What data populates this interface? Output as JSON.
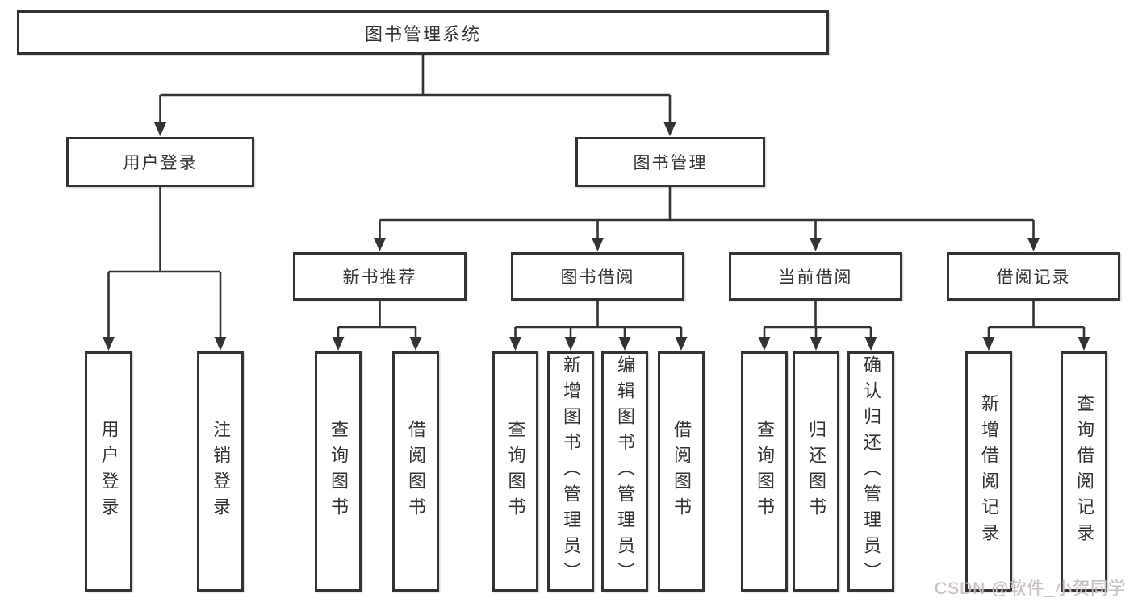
{
  "tree": {
    "root": "图书管理系统",
    "branches": [
      {
        "label": "用户登录",
        "children": [
          "用户登录",
          "注销登录"
        ]
      },
      {
        "label": "图书管理",
        "children": [
          {
            "label": "新书推荐",
            "children": [
              "查询图书",
              "借阅图书"
            ]
          },
          {
            "label": "图书借阅",
            "children": [
              "查询图书",
              "新增图书（管理员）",
              "编辑图书（管理员）",
              "借阅图书"
            ]
          },
          {
            "label": "当前借阅",
            "children": [
              "查询图书",
              "归还图书",
              "确认归还（管理员）"
            ]
          },
          {
            "label": "借阅记录",
            "children": [
              "新增借阅记录",
              "查询借阅记录"
            ]
          }
        ]
      }
    ]
  },
  "watermark": {
    "text": "CSDN @软件_小贺同学"
  },
  "colors": {
    "line": "#333333",
    "box_border": "#333333",
    "text": "#333333",
    "background": "#ffffff",
    "watermark": "#c2c1c1"
  }
}
